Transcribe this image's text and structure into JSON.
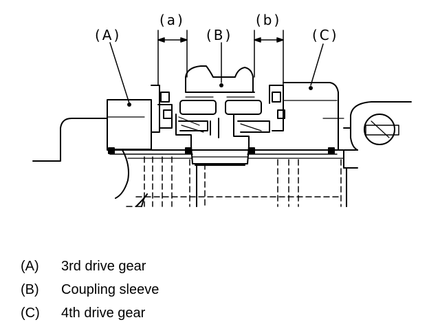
{
  "diagram": {
    "callouts": {
      "A": "(A)",
      "B": "(B)",
      "C": "(C)",
      "a": "(a)",
      "b": "(b)"
    }
  },
  "legend": [
    {
      "letter": "(A)",
      "text": "3rd drive gear"
    },
    {
      "letter": "(B)",
      "text": "Coupling sleeve"
    },
    {
      "letter": "(C)",
      "text": "4th drive gear"
    }
  ]
}
